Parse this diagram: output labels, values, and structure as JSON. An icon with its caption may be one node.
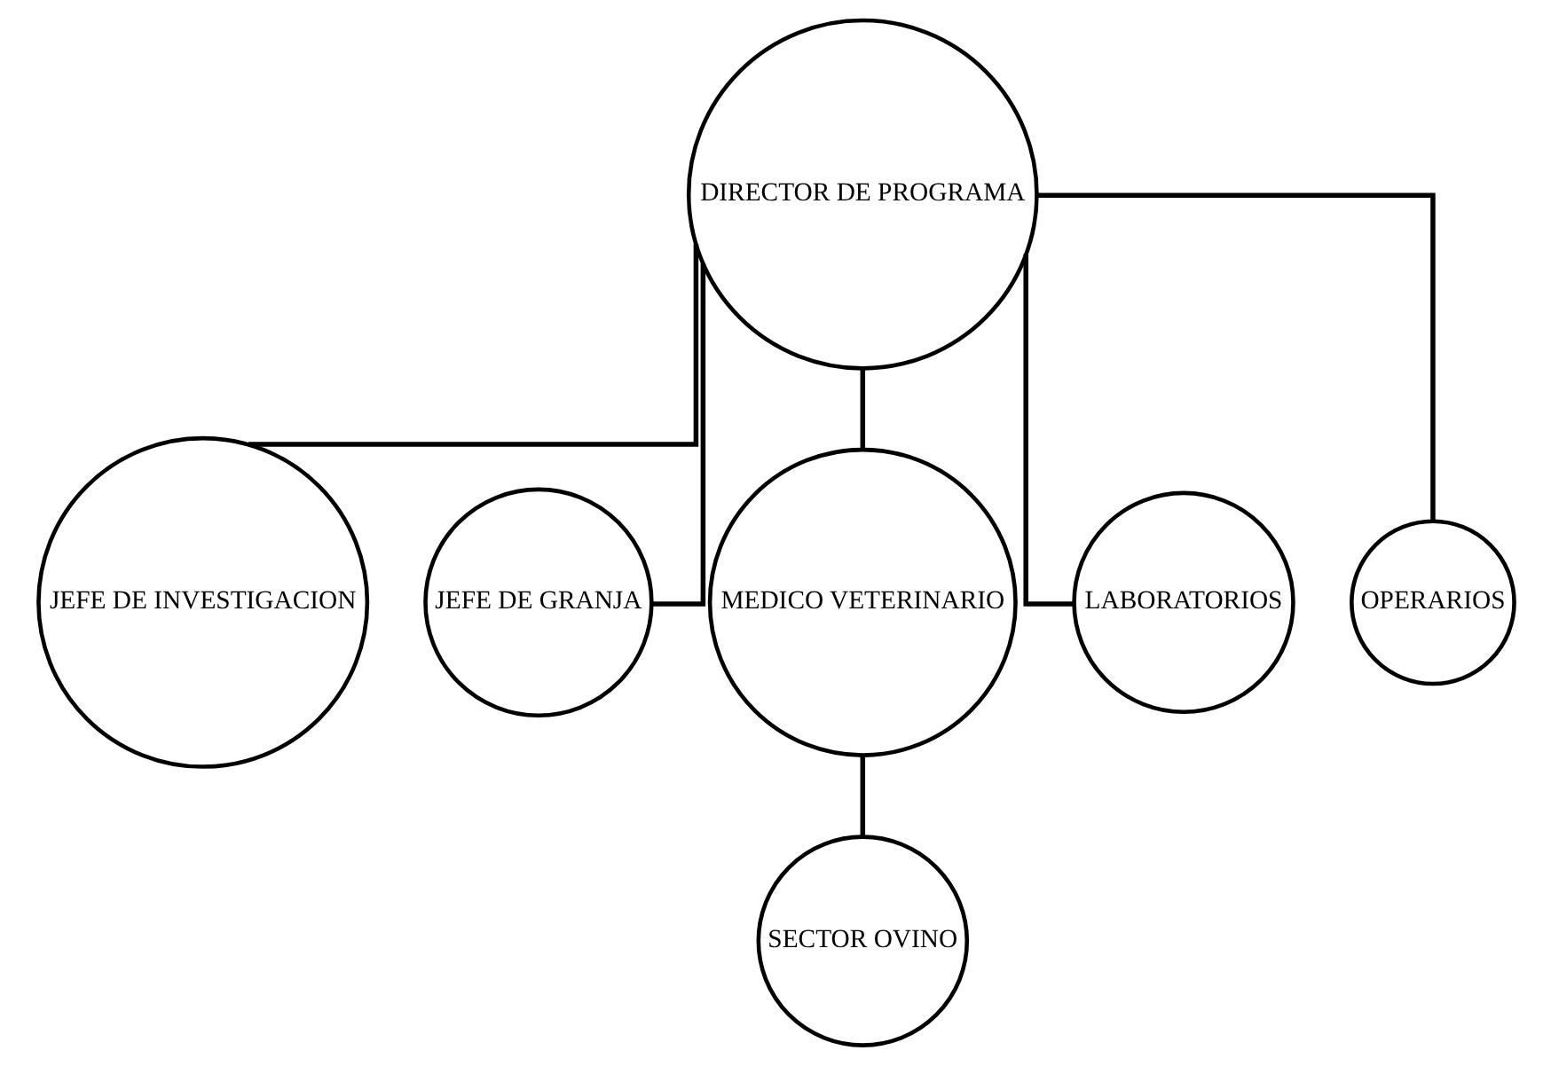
{
  "diagram": {
    "nodes": [
      {
        "text": [
          "DIRECTOR DE PROGRAMA"
        ]
      },
      {
        "text": [
          "JEFE DE INVESTIGACION"
        ]
      },
      {
        "text": [
          "JEFE DE GRANJA"
        ]
      },
      {
        "text": [
          "MEDICO VETERINARIO"
        ]
      },
      {
        "text": [
          "LABORATORIOS"
        ]
      },
      {
        "text": [
          "OPERARIOS"
        ]
      },
      {
        "text": [
          "SECTOR OVINO"
        ]
      }
    ],
    "edges": [
      {
        "from": 0,
        "to": 1,
        "arrow": "none"
      },
      {
        "from": 0,
        "to": 2,
        "arrow": "none"
      },
      {
        "from": 0,
        "to": 3,
        "arrow": "none"
      },
      {
        "from": 0,
        "to": 4,
        "arrow": "none"
      },
      {
        "from": 0,
        "to": 5,
        "arrow": "none"
      },
      {
        "from": 3,
        "to": 6,
        "arrow": "none"
      }
    ]
  }
}
